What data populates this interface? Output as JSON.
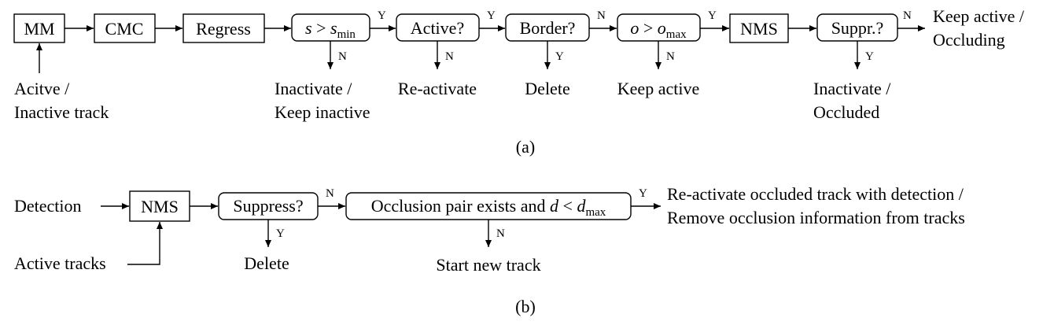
{
  "panel_a": {
    "caption": "(a)",
    "steps": {
      "mm": "MM",
      "cmc": "CMC",
      "regress": "Regress",
      "score_check": {
        "var": "s",
        "op": ">",
        "sub": "min"
      },
      "active_check": "Active?",
      "border_check": "Border?",
      "overlap_check": {
        "var": "o",
        "op": ">",
        "sub": "max"
      },
      "nms": "NMS",
      "suppr_check": "Suppr.?"
    },
    "input": {
      "line1": "Acitve /",
      "line2": "Inactive track"
    },
    "outcomes": {
      "score_fail": {
        "line1": "Inactivate /",
        "line2": "Keep inactive"
      },
      "reactivate": "Re-activate",
      "delete": "Delete",
      "keep_active": "Keep active",
      "occluded": {
        "line1": "Inactivate /",
        "line2": "Occluded"
      },
      "final": {
        "line1": "Keep active /",
        "line2": "Occluding"
      }
    },
    "branch": {
      "score_pass": "Y",
      "score_fail": "N",
      "active_pass": "Y",
      "active_fail": "N",
      "border_pass": "N",
      "border_fail": "Y",
      "overlap_pass": "Y",
      "overlap_fail": "N",
      "suppr_pass": "N",
      "suppr_fail": "Y"
    }
  },
  "panel_b": {
    "caption": "(b)",
    "detection": "Detection",
    "active_tracks": "Active tracks",
    "nms": "NMS",
    "suppress_check": "Suppress?",
    "occlusion_check": {
      "text": "Occlusion pair exists and",
      "var": "d",
      "op": "<",
      "sub": "max"
    },
    "delete": "Delete",
    "start_new": "Start new track",
    "final": {
      "line1": "Re-activate occluded track with detection /",
      "line2": "Remove occlusion information from tracks"
    },
    "branch": {
      "suppress_pass": "N",
      "suppress_fail": "Y",
      "occlusion_pass": "Y",
      "occlusion_fail": "N"
    }
  }
}
